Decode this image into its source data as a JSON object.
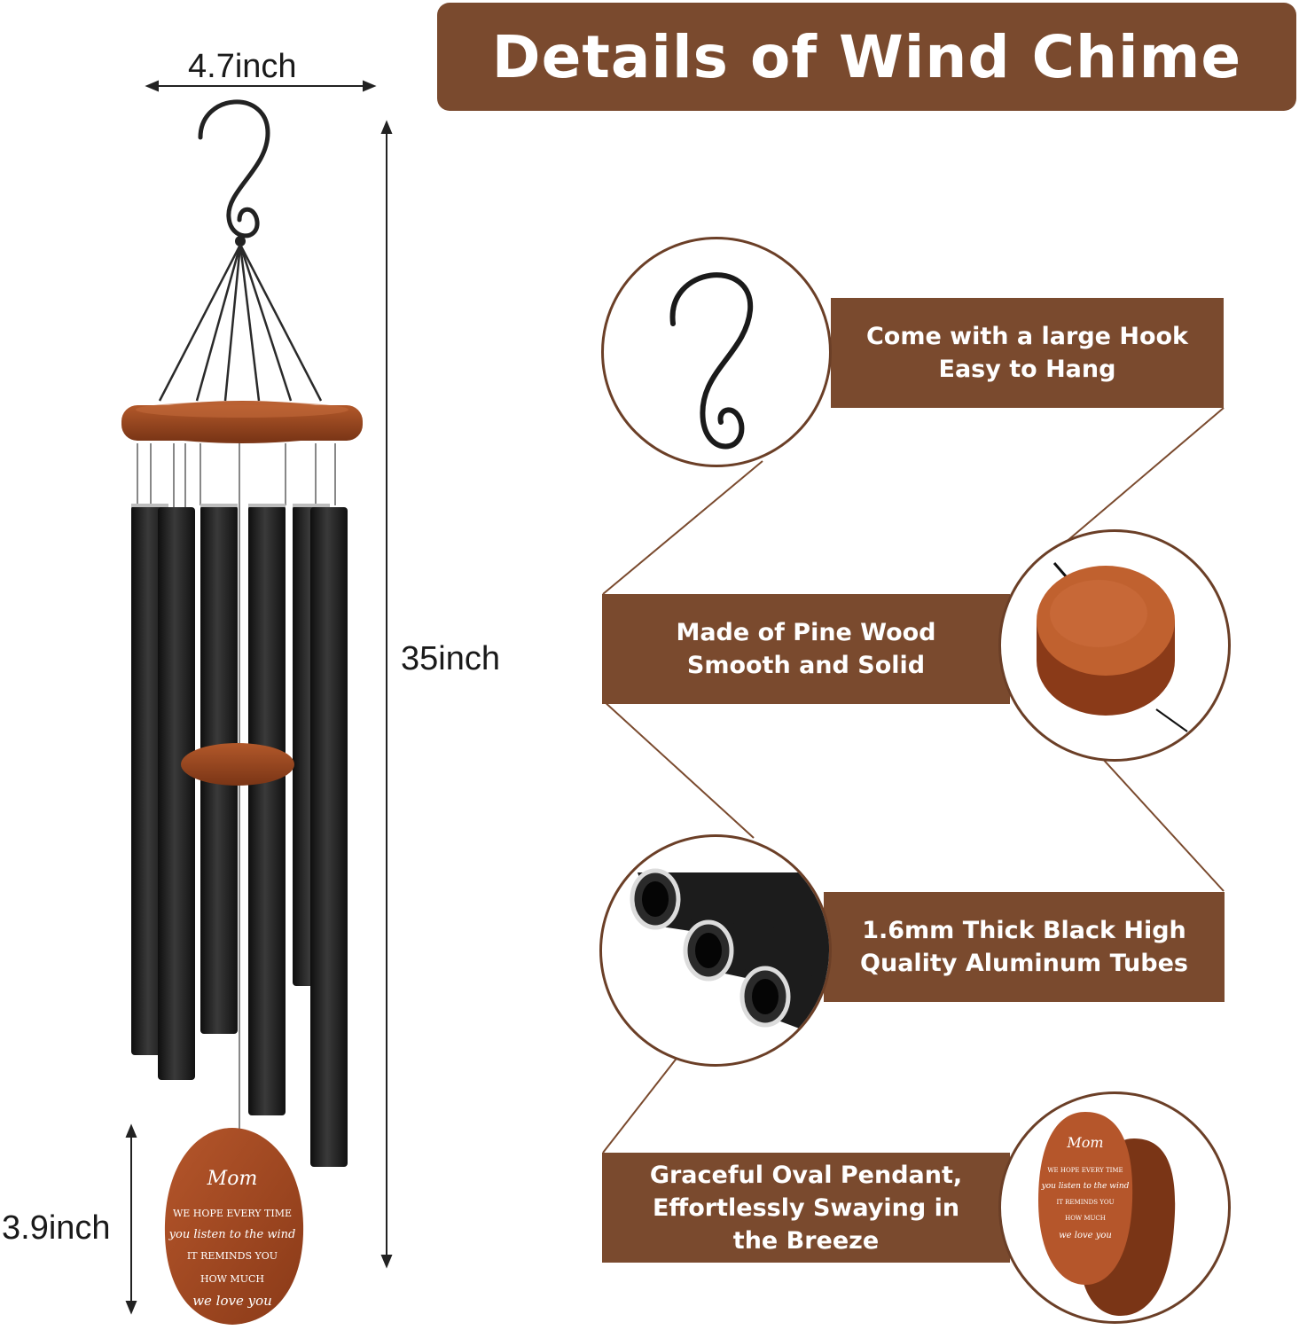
{
  "header": {
    "title": "Details of Wind Chime"
  },
  "dimensions": {
    "width": "4.7inch",
    "height": "35inch",
    "pendant_height": "3.9inch"
  },
  "features": [
    {
      "text": "Come with a large Hook\nEasy to Hang",
      "icon": "hook-icon"
    },
    {
      "text": "Made of Pine Wood\nSmooth and Solid",
      "icon": "wood-disc-icon"
    },
    {
      "text": "1.6mm Thick Black High\nQuality Aluminum Tubes",
      "icon": "tubes-icon"
    },
    {
      "text": "Graceful Oval Pendant,\nEffortlessly Swaying in\nthe Breeze",
      "icon": "pendant-icon"
    }
  ],
  "pendant": {
    "name": "Mom",
    "lines": [
      "WE HOPE EVERY TIME",
      "you listen to the wind",
      "IT REMINDS YOU",
      "HOW MUCH",
      "we love you"
    ]
  },
  "colors": {
    "brand_brown": "#7a4a2e",
    "wood": "#9a4a24",
    "tube": "#1c1c1c"
  }
}
